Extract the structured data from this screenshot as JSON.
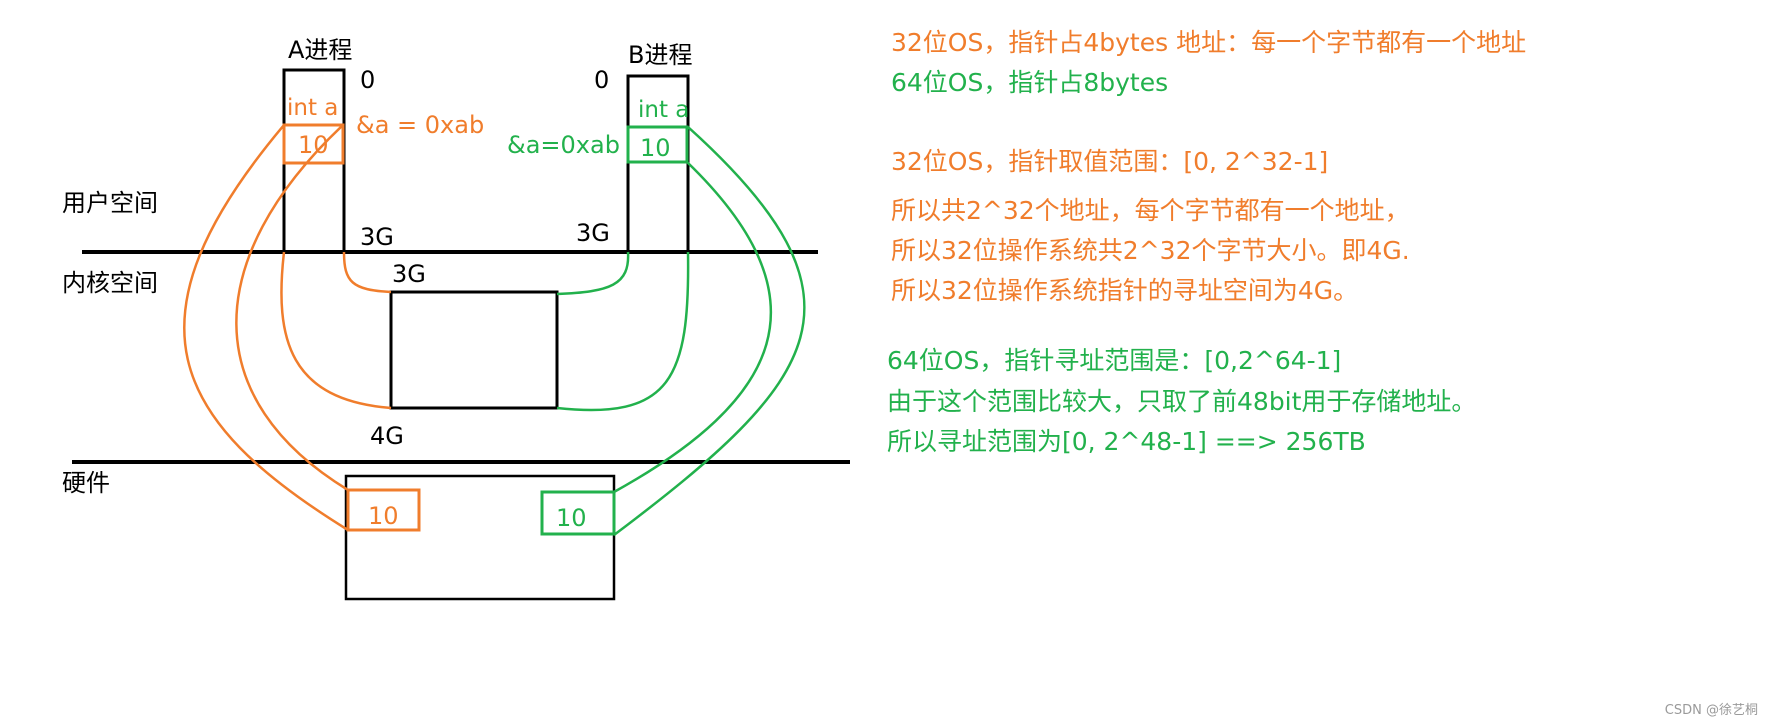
{
  "diagram": {
    "process_a_title": "A进程",
    "process_b_title": "B进程",
    "addr_zero_a": "0",
    "addr_zero_b": "0",
    "int_a_a": "int a",
    "int_a_b": "int a",
    "value_a": "10",
    "value_b": "10",
    "addr_ref_a": "&a = 0xab",
    "addr_ref_b": "&a=0xab",
    "user_space_label": "用户空间",
    "kernel_space_label": "内核空间",
    "hardware_label": "硬件",
    "boundary_3g_a": "3G",
    "boundary_3g_b": "3G",
    "kernel_3g": "3G",
    "kernel_4g": "4G",
    "hw_value_a": "10",
    "hw_value_b": "10",
    "colors": {
      "orange": "#f07d2c",
      "green": "#22b14c",
      "line": "#000000"
    }
  },
  "notes": [
    {
      "text": "32位OS，指针占4bytes     地址：每一个字节都有一个地址",
      "color": "orange"
    },
    {
      "text": "64位OS，指针占8bytes",
      "color": "green"
    },
    {
      "text": "32位OS，指针取值范围：[0, 2^32-1]",
      "color": "orange"
    },
    {
      "text": "所以共2^32个地址，每个字节都有一个地址，",
      "color": "orange"
    },
    {
      "text": "所以32位操作系统共2^32个字节大小。即4G.",
      "color": "orange"
    },
    {
      "text": "所以32位操作系统指针的寻址空间为4G。",
      "color": "orange"
    },
    {
      "text": "64位OS，指针寻址范围是：[0,2^64-1]",
      "color": "green"
    },
    {
      "text": "由于这个范围比较大，只取了前48bit用于存储地址。",
      "color": "green"
    },
    {
      "text": "所以寻址范围为[0, 2^48-1] ==> 256TB",
      "color": "green"
    }
  ],
  "watermark": "CSDN @徐艺桐"
}
